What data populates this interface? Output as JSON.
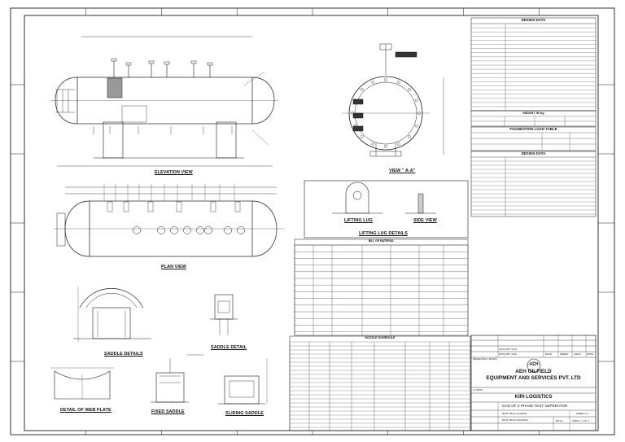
{
  "views": {
    "elevation": "ELEVATION VIEW",
    "view_aa": "VIEW \" A-A\"",
    "plan": "PLAN VIEW",
    "lifting_lug": "LIFTING LUG",
    "side_view": "SIDE VIEW",
    "lifting_lug_details": "LIFTING LUG DETAILS",
    "saddle_details": "SADDLE DETAILS",
    "saddle_detail": "SADDLE DETAIL",
    "web_plate": "DETAIL OF WEB PLATE",
    "fixed_saddle": "FIXED SADDLE",
    "sliding_saddle": "SLIDING SADDLE"
  },
  "tables": {
    "design_data": "DESIGN DATA",
    "weight": "WEIGHT IN Kg",
    "foundation": "FOUNDATION LOAD TABLE",
    "design_data_2": "DESIGN DATA",
    "bill_of_material": "BILL OF MATERIAL",
    "nozzle_schedule": "NOZZLE SCHEDULE"
  },
  "title_block": {
    "manufacturer_label": "MANUFACTURER",
    "logo_text": "AEH",
    "company_line1": "AEH OILFIELD",
    "company_line2": "EQUIPMENT AND SERVICES PVT. LTD",
    "client_label": "CLIENT",
    "client_name": "KIRI LOGISTICS",
    "drawing_title": "GAD OF 3 PHASE TEST SEPERATOR",
    "scale": "Scale 1:1",
    "doc_no": "AEH-RED-2025/06",
    "drg_no": "AEH-RED-GAD/001",
    "rev": "REV-0",
    "sheet": "SHEET 1 OF 1",
    "rev_description": "DESCRIPTION",
    "rev_desc_sub": "DESCRIPTION",
    "rev_date": "DATE",
    "rev_prep": "PREPD",
    "rev_chkd": "CHKD",
    "rev_appd": "APPD"
  },
  "colors": {
    "line": "#1a1a1a",
    "text": "#111111"
  }
}
